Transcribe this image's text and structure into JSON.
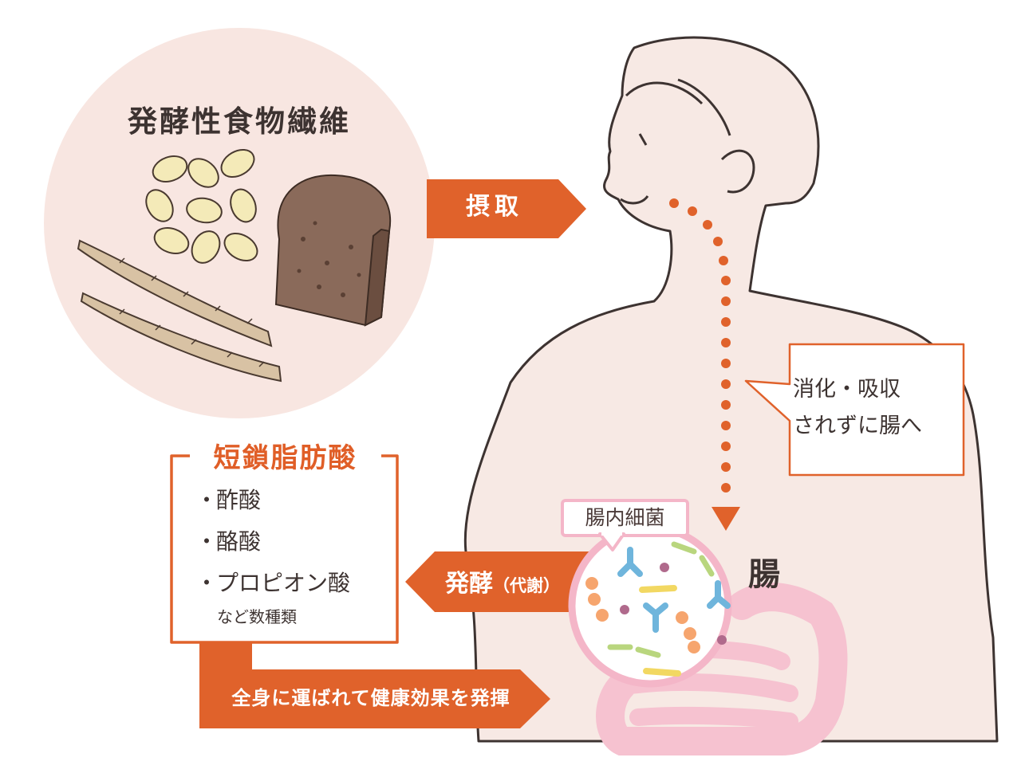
{
  "fiber": {
    "title": "発酵性食物繊維"
  },
  "arrows": {
    "intake": "摂取",
    "ferment": "発酵",
    "ferment_sub": "（代謝）",
    "effect": "全身に運ばれて健康効果を発揮"
  },
  "callout": {
    "line1": "消化・吸収",
    "line2": "されずに腸へ"
  },
  "scfa": {
    "title": "短鎖脂肪酸",
    "items": [
      {
        "bullet": "・",
        "label": "酢酸"
      },
      {
        "bullet": "・",
        "label": "酪酸"
      },
      {
        "bullet": "・",
        "label": "プロピオン酸"
      }
    ],
    "more": "など数種類"
  },
  "gut": {
    "bacteria_label": "腸内細菌",
    "organ_label": "腸"
  },
  "colors": {
    "accent": "#e0622b",
    "circle_bg": "#f8e6e1",
    "skin": "#f7e9e4",
    "outline": "#3d3331",
    "intestine_pink": "#f6c2d0",
    "bacteria_ring": "#f4b6c8"
  }
}
